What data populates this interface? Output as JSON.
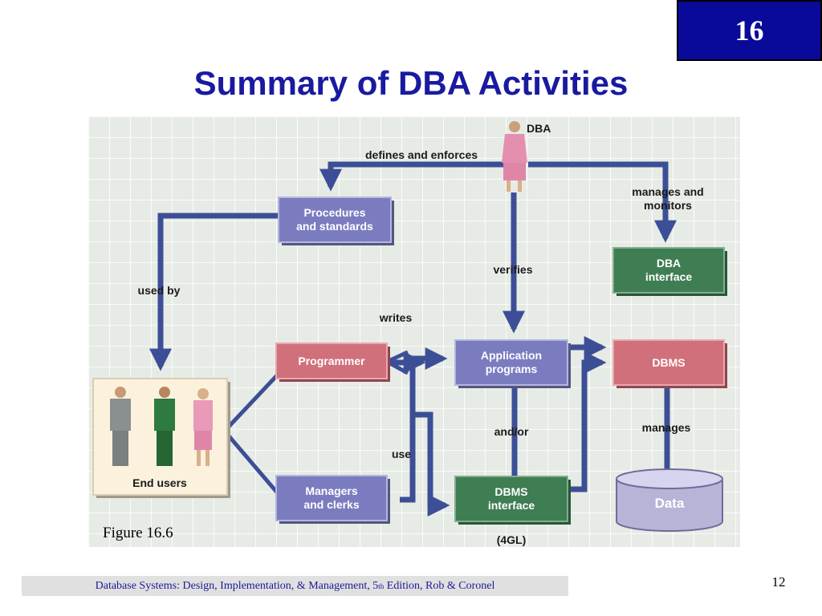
{
  "header": {
    "chapter_number": "16",
    "title": "Summary of DBA Activities"
  },
  "diagram": {
    "nodes": {
      "dba": "DBA",
      "procedures": [
        "Procedures",
        "and standards"
      ],
      "dba_interface": [
        "DBA",
        "interface"
      ],
      "programmer": "Programmer",
      "application_programs": [
        "Application",
        "programs"
      ],
      "dbms": "DBMS",
      "end_users": "End users",
      "managers_clerks": [
        "Managers",
        "and clerks"
      ],
      "dbms_interface": [
        "DBMS",
        "interface"
      ],
      "data": "Data"
    },
    "edge_labels": {
      "defines_enforces": "defines and enforces",
      "manages_monitors": [
        "manages and",
        "monitors"
      ],
      "used_by": "used by",
      "verifies": "verifies",
      "writes": "writes",
      "and_or": "and/or",
      "use": "use",
      "manages": "manages",
      "fourgl": "(4GL)"
    },
    "figure_caption": "Figure 16.6"
  },
  "footer": {
    "citation_before_sup": "Database Systems: Design, Implementation, & Management, 5",
    "citation_sup": "th",
    "citation_after_sup": " Edition, Rob & Coronel",
    "page_number": "12"
  },
  "colors": {
    "title": "#1a1aa0",
    "badge": "#0a0a9a",
    "purple_box": "#7b7cc0",
    "green_box": "#3f7d52",
    "pink_box": "#d0707a",
    "arrow": "#3c4f96",
    "grid_background": "#e7ebe6"
  }
}
